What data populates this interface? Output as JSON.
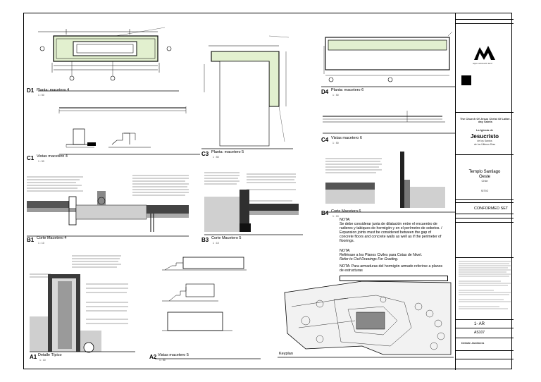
{
  "drawings": {
    "d1": {
      "id": "D1",
      "title": "Planta: macetero 4",
      "scale": "1 : 50"
    },
    "c1": {
      "id": "C1",
      "title": "Vistas macetero 4",
      "scale": "1 : 50"
    },
    "b1": {
      "id": "B1",
      "title": "Corte Macetero 4",
      "scale": "1 : 10"
    },
    "a1": {
      "id": "A1",
      "title": "Detalle Típico",
      "scale": "1 : 10"
    },
    "c3": {
      "id": "C3",
      "title": "Planta: macetero 5",
      "scale": "1 : 50"
    },
    "b3": {
      "id": "B3",
      "title": "Corte Macetero 5",
      "scale": "1 : 10"
    },
    "a2": {
      "id": "A2",
      "title": "Vistas macetero 5",
      "scale": "1 : 50"
    },
    "d4": {
      "id": "D4",
      "title": "Planta: macetero 6",
      "scale": "1 : 50"
    },
    "c4": {
      "id": "C4",
      "title": "Vistas macetero 6",
      "scale": "1 : 50"
    },
    "b4": {
      "id": "B4",
      "title": "Corte Macetero 6",
      "scale": "1 : 10"
    },
    "keyplan": {
      "title": "Keyplan"
    }
  },
  "notes": {
    "n1_head": "NOTA:",
    "n1_es": "Se debe considerar junta de dilatación entre el encuentro de radieres y tabiques de hormigón y en el perímetro de sobetos. / Expansion joints must be considered between the gap of concrete floors and concrete walls as well as if the perimeter of floorings.",
    "n2_head": "NOTA:",
    "n2_es": "Refiérase a los Planos Civiles para Cotas de Nivel.",
    "n2_en": "Refer to Civil Drawings For Grading.",
    "n3": "NOTA: Para armaduras del hormigón armado referirse a planos de estructuras"
  },
  "titleblock": {
    "firm": "taylor ainsworth land",
    "church": "The Church Of Jesus Christ Of Latter-day Saints",
    "la_iglesia": "La Iglesia de",
    "jesucristo": "Jesucristo",
    "santos1": "de los Santos",
    "santos2": "de los Últimos Días",
    "project1": "Templo Santiago",
    "project2": "Oeste",
    "country": "Chile",
    "sitio": "SITIO",
    "set": "CONFORMED SET",
    "discipline": "1- AR",
    "sheet_no": "AS107",
    "sheet_name": "Detalle Jardinera"
  }
}
